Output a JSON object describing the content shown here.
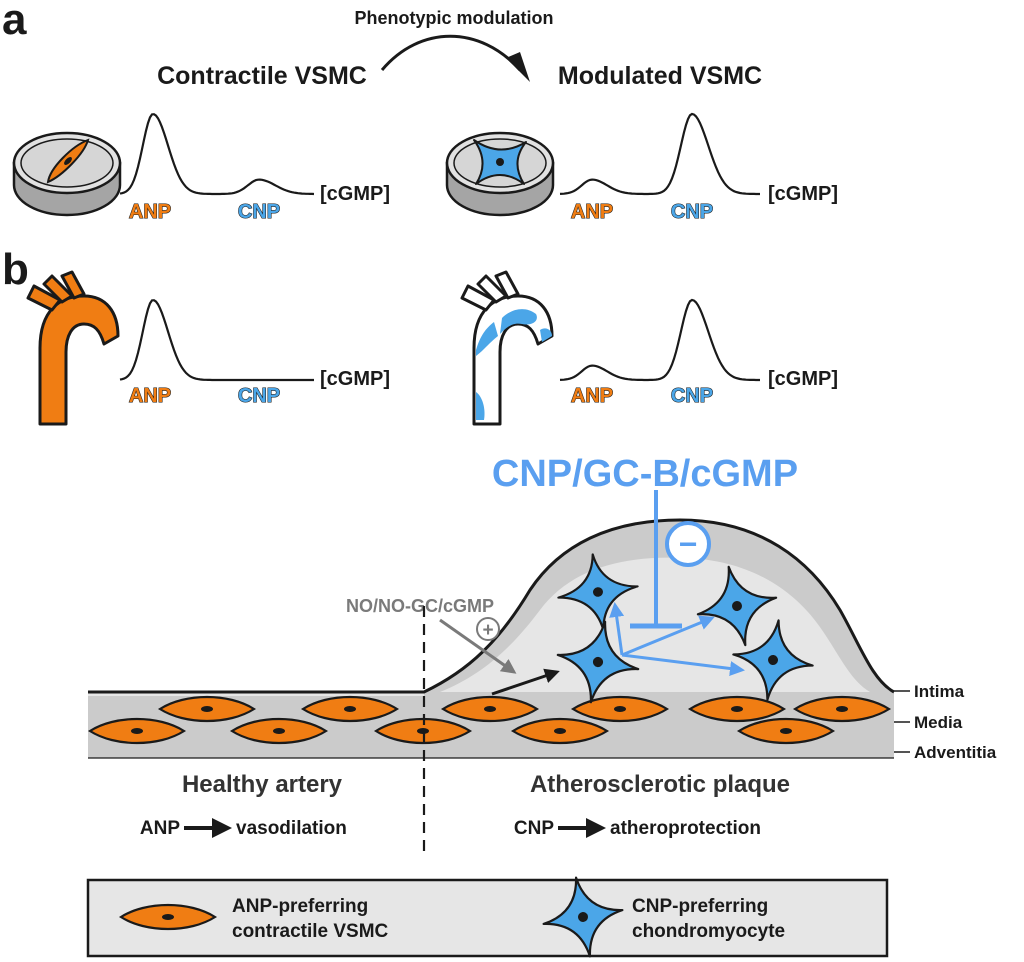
{
  "panel_a": {
    "letter": "a",
    "modulation_label": "Phenotypic modulation",
    "left_title": "Contractile VSMC",
    "right_title": "Modulated VSMC",
    "left_curve": {
      "anp_peak": 1.0,
      "cnp_peak": 0.18
    },
    "right_curve": {
      "anp_peak": 0.18,
      "cnp_peak": 1.0
    }
  },
  "panel_b": {
    "letter": "b",
    "left_curve": {
      "anp_peak": 1.0,
      "cnp_peak": 0.0
    },
    "right_curve": {
      "anp_peak": 0.18,
      "cnp_peak": 1.0
    }
  },
  "curve_labels": {
    "anp": "ANP",
    "cnp": "CNP",
    "axis": "[cGMP]"
  },
  "plaque": {
    "pathway_cnp": "CNP/GC-B/cGMP",
    "pathway_no": "NO/NO-GC/cGMP",
    "minus_sign": "−",
    "plus_sign": "+",
    "layers": [
      "Intima",
      "Media",
      "Adventitia"
    ],
    "healthy_title": "Healthy artery",
    "healthy_from": "ANP",
    "healthy_to": "vasodilation",
    "plaque_title": "Atherosclerotic plaque",
    "plaque_from": "CNP",
    "plaque_to": "atheroprotection"
  },
  "legend": {
    "anp_line1": "ANP-preferring",
    "anp_line2": "contractile VSMC",
    "cnp_line1": "CNP-preferring",
    "cnp_line2": "chondromyocyte"
  },
  "colors": {
    "orange": "#f07d13",
    "blue": "#4ba6e8",
    "pathway_blue": "#5a9ff0",
    "grey_dark": "#cbcbcb",
    "grey_light": "#e6e6e6",
    "no_grey": "#7a7a7a"
  }
}
